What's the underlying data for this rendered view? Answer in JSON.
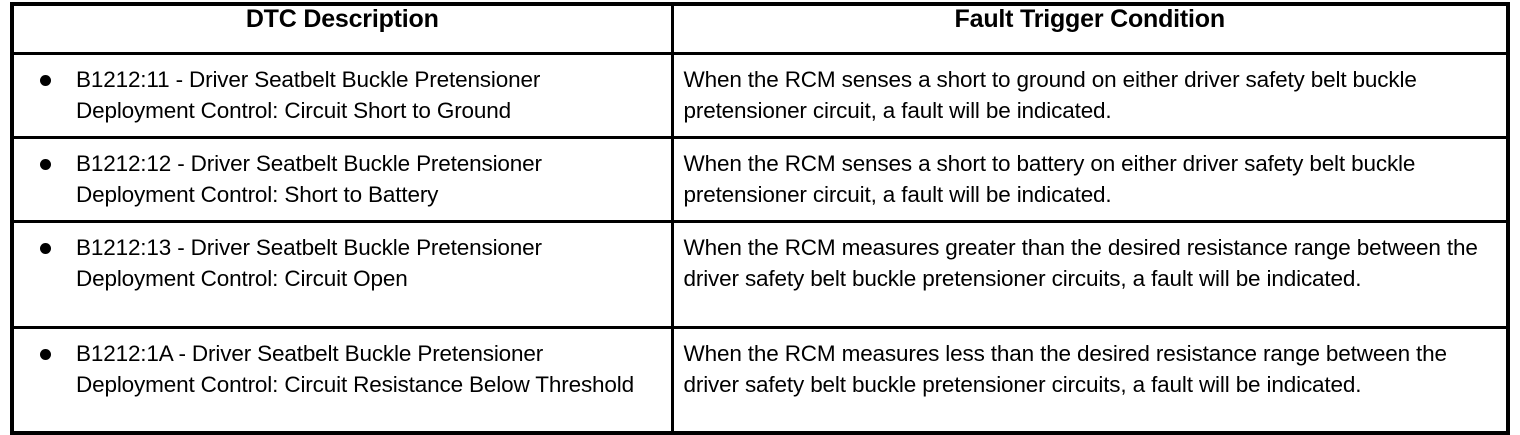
{
  "table": {
    "columns": [
      {
        "key": "dtc_description",
        "label": "DTC Description"
      },
      {
        "key": "fault_trigger_condition",
        "label": "Fault Trigger Condition"
      }
    ],
    "bullet_glyph": "filled-circle",
    "text_color": "#000000",
    "border_color": "#000000",
    "background_color": "#FFFFFF",
    "rows": [
      {
        "dtc_description": "B1212:11 - Driver Seatbelt Buckle Pretensioner Deployment Control: Circuit Short to Ground",
        "fault_trigger_condition": "When the RCM senses a short to ground on either driver safety belt buckle pretensioner circuit, a fault will be indicated."
      },
      {
        "dtc_description": "B1212:12 - Driver Seatbelt Buckle Pretensioner Deployment Control: Short to Battery",
        "fault_trigger_condition": "When the RCM senses a short to battery on either driver safety belt buckle pretensioner circuit, a fault will be indicated."
      },
      {
        "dtc_description": "B1212:13 - Driver Seatbelt Buckle Pretensioner Deployment Control: Circuit Open",
        "fault_trigger_condition": "When the RCM measures greater than the desired resistance range between the driver safety belt buckle pretensioner circuits, a fault will be indicated."
      },
      {
        "dtc_description": "B1212:1A - Driver Seatbelt Buckle Pretensioner Deployment Control: Circuit Resistance Below Threshold",
        "fault_trigger_condition": "When the RCM measures less than the desired resistance range between the driver safety belt buckle pretensioner circuits, a fault will be indicated."
      }
    ]
  }
}
